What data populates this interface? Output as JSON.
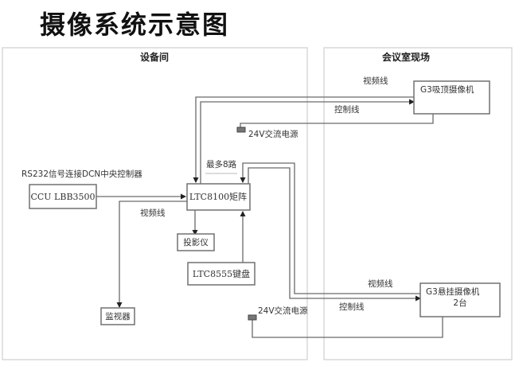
{
  "title": "摄像系统示意图",
  "zones": {
    "equipment_room": "设备间",
    "meeting_room": "会议室现场"
  },
  "devices": {
    "ccu": "CCU LBB3500",
    "matrix": "LTC8100矩阵",
    "projector": "投影仪",
    "keyboard": "LTC8555键盘",
    "monitor": "监视器",
    "ceiling_camera": "G3吸顶摄像机",
    "hanging_camera_line1": "G3悬挂摄像机",
    "hanging_camera_line2": "2台"
  },
  "labels": {
    "rs232_note": "RS232信号连接DCN中央控制器",
    "max_channels": "最多8路",
    "video_line_top": "视频线",
    "control_line_top": "控制线",
    "power_top": "24V交流电源",
    "video_line_monitor": "视频线",
    "video_line_bottom": "视频线",
    "control_line_bottom": "控制线",
    "power_bottom": "24V交流电源"
  },
  "colors": {
    "wire": "#6a6a6a",
    "box_border": "#707070",
    "zone_border": "#d9d9d9",
    "plug": "#777777"
  }
}
